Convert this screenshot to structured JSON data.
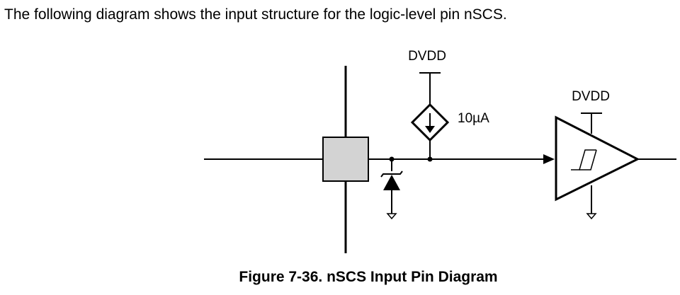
{
  "intro_text": "The following diagram shows the input structure for the logic-level pin nSCS.",
  "labels": {
    "dvdd_source": "DVDD",
    "dvdd_buffer": "DVDD",
    "current": "10µA"
  },
  "caption": "Figure 7-36. nSCS Input Pin Diagram",
  "colors": {
    "line": "#000000",
    "pin_box_fill": "#d3d3d3"
  }
}
